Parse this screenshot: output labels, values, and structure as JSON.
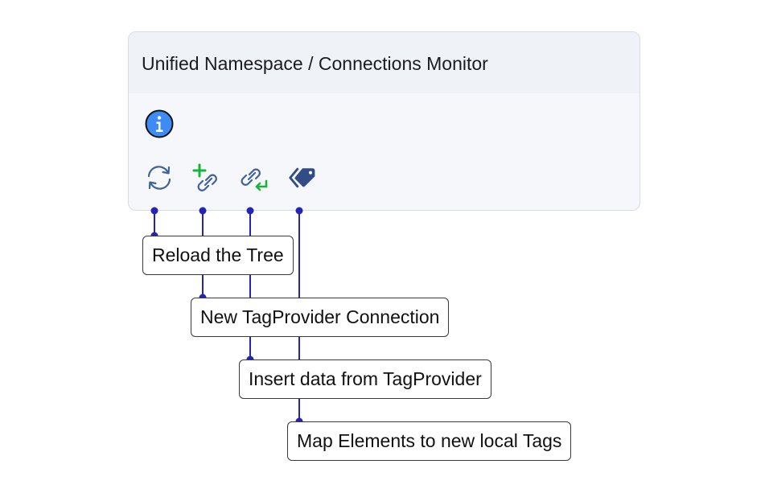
{
  "panel": {
    "title": "Unified Namespace / Connections Monitor",
    "info_icon": "info-icon",
    "tools": [
      {
        "icon": "reload-icon"
      },
      {
        "icon": "add-link-icon"
      },
      {
        "icon": "insert-link-icon"
      },
      {
        "icon": "tags-icon"
      }
    ]
  },
  "callouts": [
    "Reload the Tree",
    "New TagProvider Connection",
    "Insert data from TagProvider",
    "Map Elements to new local Tags"
  ],
  "colors": {
    "accent_blue": "#3d8cf5",
    "icon_blue": "#40629b",
    "add_green": "#19b43c",
    "tag_navy": "#324d86",
    "callout_line": "#2424b8"
  }
}
